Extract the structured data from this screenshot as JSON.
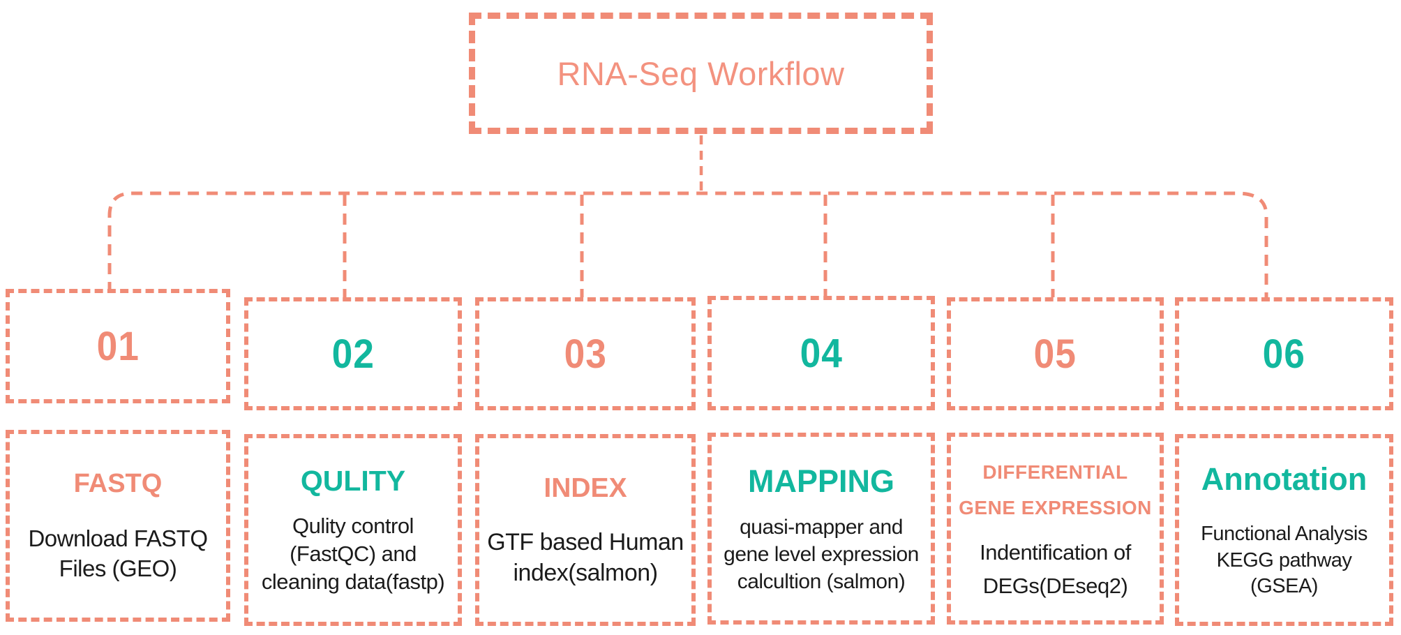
{
  "title": "RNA-Seq Workflow",
  "colors": {
    "salmon": "#F08B76",
    "salmon_light": "#F3927F",
    "teal": "#12B79E",
    "ink": "#1B1B1B",
    "bg": "#FFFFFF"
  },
  "steps": [
    {
      "number": "01",
      "accent": "salmon",
      "heading": "FASTQ",
      "body": "Download FASTQ\nFiles (GEO)"
    },
    {
      "number": "02",
      "accent": "teal",
      "heading": "QULITY",
      "body": "Qulity control\n(FastQC) and\ncleaning data(fastp)"
    },
    {
      "number": "03",
      "accent": "salmon",
      "heading": "INDEX",
      "body": "GTF based Human\nindex(salmon)"
    },
    {
      "number": "04",
      "accent": "teal",
      "heading": "MAPPING",
      "body": "quasi-mapper and\ngene level expression\ncalcultion (salmon)"
    },
    {
      "number": "05",
      "accent": "salmon",
      "heading": "DIFFERENTIAL\nGENE EXPRESSION",
      "body": "Indentification of\nDEGs(DEseq2)"
    },
    {
      "number": "06",
      "accent": "teal",
      "heading": "Annotation",
      "body": "Functional Analysis\nKEGG pathway (GSEA)"
    }
  ]
}
